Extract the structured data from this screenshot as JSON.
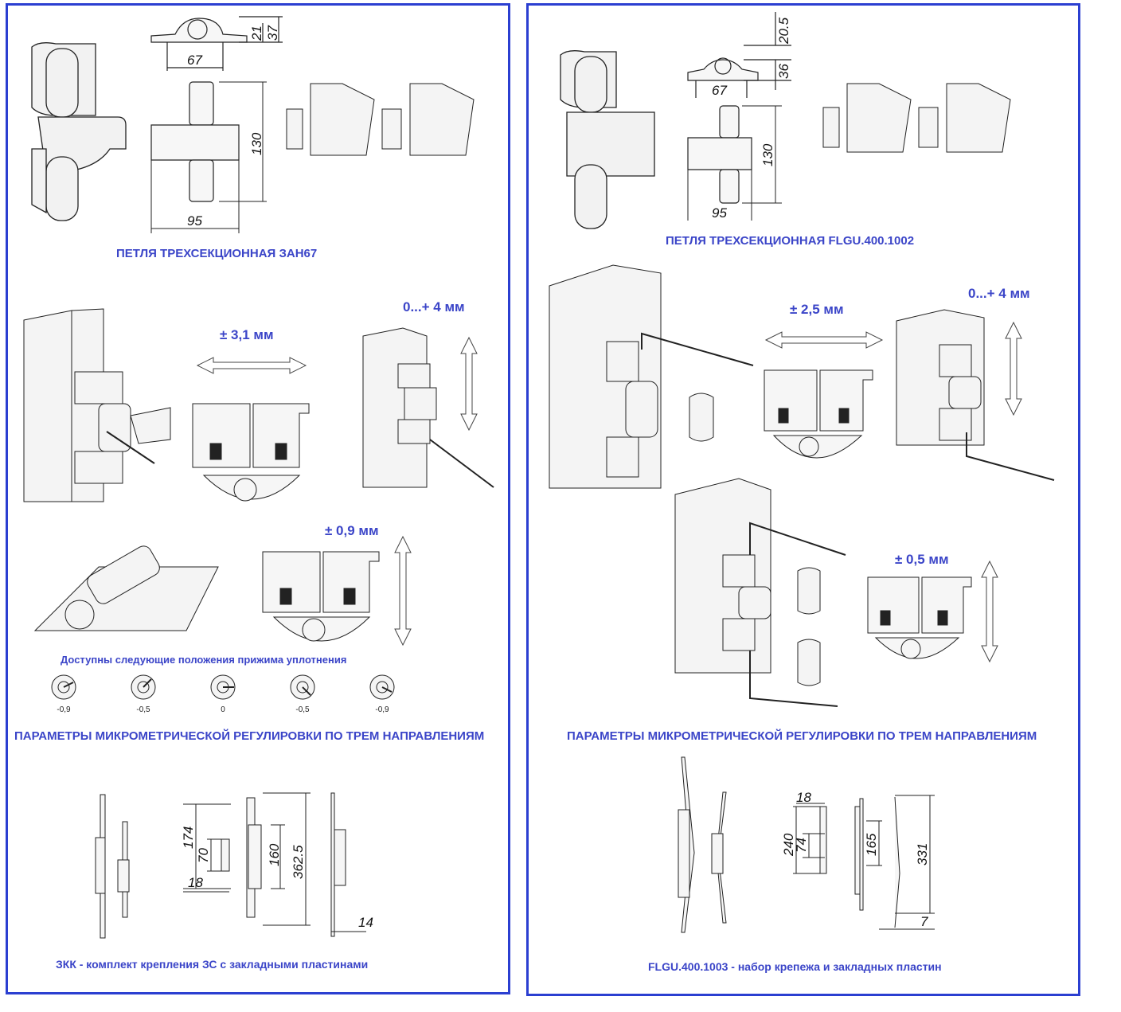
{
  "left": {
    "hinge_dims": {
      "d67": "67",
      "d21": "21",
      "d37": "37",
      "d130": "130",
      "d95": "95"
    },
    "title": "ПЕТЛЯ ТРЕХСЕКЦИОННАЯ ЗАН67",
    "adj_horizontal": "± 3,1 мм",
    "adj_vertical": "0...+ 4 мм",
    "adj_compression": "± 0,9 мм",
    "positions_caption": "Доступны следующие положения прижима уплотнения",
    "positions": [
      "-0,9",
      "-0,5",
      "0",
      "-0,5",
      "-0,9"
    ],
    "adjust_title": "ПАРАМЕТРЫ МИКРОМЕТРИЧЕСКОЙ РЕГУЛИРОВКИ ПО ТРЕМ НАПРАВЛЕНИЯМ",
    "plate_dims": {
      "d174": "174",
      "d70": "70",
      "d18": "18",
      "d160": "160",
      "d362": "362.5",
      "d14": "14"
    },
    "kit_caption": "ЗКК - комплект крепления ЗС с закладными пластинами"
  },
  "right": {
    "hinge_dims": {
      "d205": "20.5",
      "d36": "36",
      "d67": "67",
      "d130": "130",
      "d95": "95"
    },
    "title": "ПЕТЛЯ ТРЕХСЕКЦИОННАЯ FLGU.400.1002",
    "adj_horizontal": "± 2,5 мм",
    "adj_vertical": "0...+ 4 мм",
    "adj_compression": "± 0,5 мм",
    "adjust_title": "ПАРАМЕТРЫ МИКРОМЕТРИЧЕСКОЙ РЕГУЛИРОВКИ ПО ТРЕМ НАПРАВЛЕНИЯМ",
    "plate_dims": {
      "d18": "18",
      "d240": "240",
      "d74": "74",
      "d165": "165",
      "d331": "331",
      "d7": "7"
    },
    "kit_caption": "FLGU.400.1003 - набор крепежа и закладных пластин"
  },
  "colors": {
    "border": "#2b3fd1",
    "caption": "#3b45c8",
    "line": "#222222"
  }
}
